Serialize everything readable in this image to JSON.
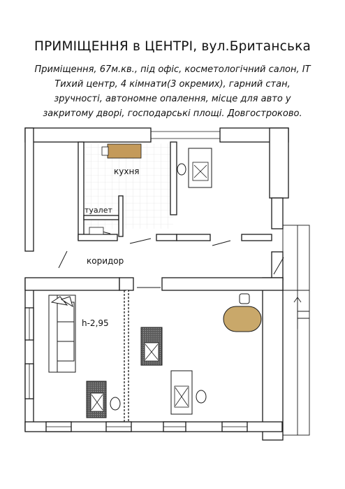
{
  "header": {
    "title": "ПРИМІЩЕННЯ   в ЦЕНТРІ, вул.Британська"
  },
  "description": {
    "lines": [
      "Приміщення, 67м.кв., під офіс, косметологічний салон, IT",
      "Тихий центр, 4 кімнати(3 окремих), гарний стан,",
      "зручності, автономне опалення, місце для авто у",
      "закритому дворі, господарські площі. Довгостроково."
    ]
  },
  "plan": {
    "rooms": {
      "kitchen": "кухня",
      "toilet": "туалет",
      "corridor": "коридор",
      "ceiling_height": "h-2,95"
    },
    "colors": {
      "wall": "#ffffff",
      "wall_outline": "#1a1a1a",
      "table_wood": "#c9a86a",
      "kitchen_worktop": "#c49a5a",
      "desk_dark": "#4a4a4a",
      "tile_grid": "#dddddd"
    }
  }
}
